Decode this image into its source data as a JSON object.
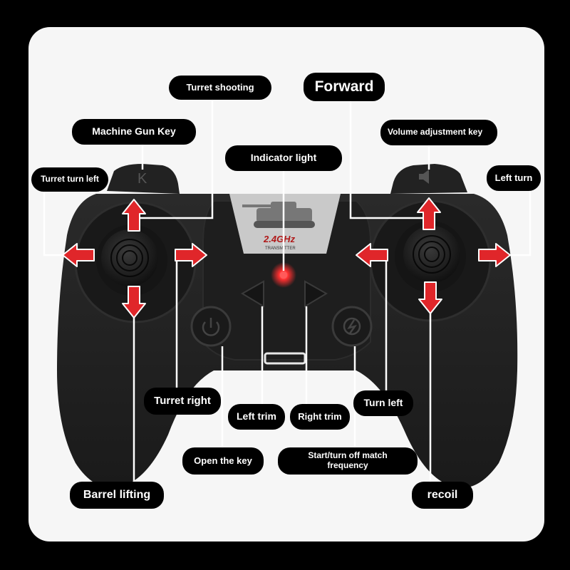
{
  "labels": {
    "turret_shooting": "Turret shooting",
    "forward": "Forward",
    "machine_gun_key": "Machine Gun Key",
    "volume_adjustment_key": "Volume adjustment key",
    "indicator_light": "Indicator light",
    "turret_turn_left": "Turret turn left",
    "left_turn": "Left turn",
    "turret_right": "Turret right",
    "left_trim": "Left trim",
    "right_trim": "Right trim",
    "turn_left": "Turn left",
    "open_the_key": "Open the key",
    "start_turn_off": "Start/turn off match frequency",
    "barrel_lifting": "Barrel lifting",
    "recoil": "recoil"
  },
  "controller": {
    "badge_text": "2.4GHz",
    "badge_subtext": "TRANSMITTER",
    "left_shoulder_letter": "K"
  },
  "colors": {
    "arrow": "#e0262a",
    "label_bg": "#000000",
    "card_bg": "#f6f6f6",
    "indicator": "#ff3030"
  },
  "icons": {
    "power_button": "power-icon",
    "pairing_button": "lightning-icon",
    "volume_key": "speaker-icon"
  }
}
